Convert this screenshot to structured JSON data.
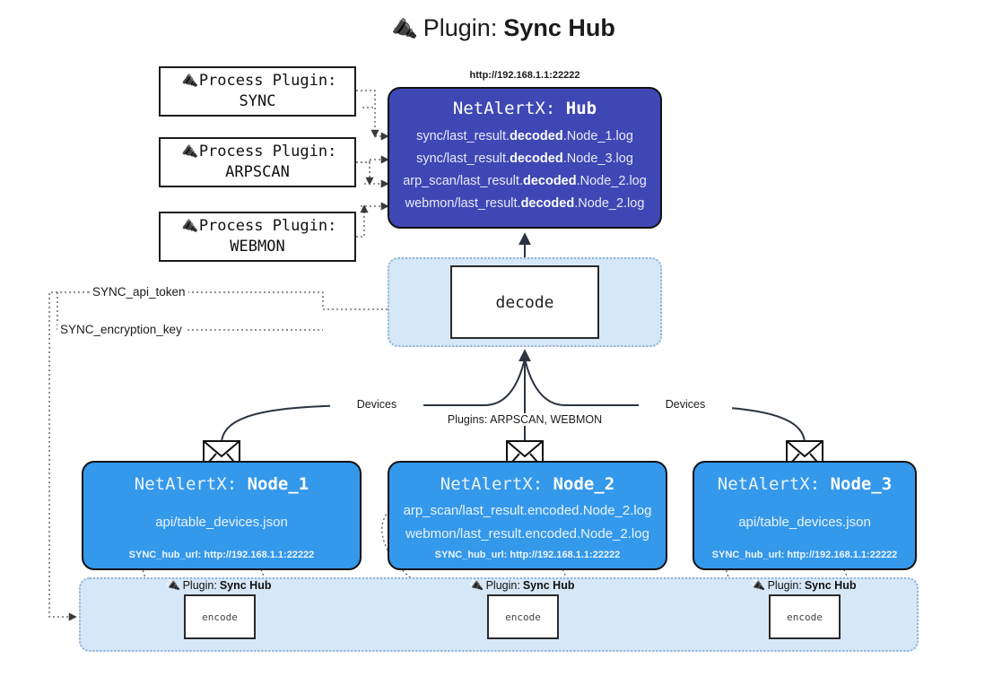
{
  "title": {
    "icon": "plug-icon",
    "prefix": "Plugin:",
    "name": "Sync Hub"
  },
  "process_plugins": {
    "prefix": "Process Plugin:",
    "icon": "plug-icon",
    "items": [
      {
        "name": "SYNC"
      },
      {
        "name": "ARPSCAN"
      },
      {
        "name": "WEBMON"
      }
    ]
  },
  "hub": {
    "url": "http://192.168.1.1:22222",
    "title_prefix": "NetAlertX:",
    "title_name": "Hub",
    "lines": [
      {
        "pre": "sync/last_result.",
        "mid": "decoded",
        "post": ".Node_1.log"
      },
      {
        "pre": "sync/last_result.",
        "mid": "decoded",
        "post": ".Node_3.log"
      },
      {
        "pre": "arp_scan/last_result.",
        "mid": "decoded",
        "post": ".Node_2.log"
      },
      {
        "pre": "webmon/last_result.",
        "mid": "decoded",
        "post": ".Node_2.log"
      }
    ]
  },
  "decode": {
    "label": "decode"
  },
  "tokens": [
    {
      "label": "SYNC_api_token"
    },
    {
      "label": "SYNC_encryption_key"
    }
  ],
  "edge_labels": {
    "left_devices": "Devices",
    "center_plugins": "Plugins: ARPSCAN, WEBMON",
    "right_devices": "Devices"
  },
  "nodes": [
    {
      "title_prefix": "NetAlertX:",
      "title_name": "Node_1",
      "lines": [
        "api/table_devices.json"
      ],
      "footer": "SYNC_hub_url: http://192.168.1.1:22222"
    },
    {
      "title_prefix": "NetAlertX:",
      "title_name": "Node_2",
      "lines": [
        "arp_scan/last_result.encoded.Node_2.log",
        "webmon/last_result.encoded.Node_2.log"
      ],
      "footer": "SYNC_hub_url: http://192.168.1.1:22222"
    },
    {
      "title_prefix": "NetAlertX:",
      "title_name": "Node_3",
      "lines": [
        "api/table_devices.json"
      ],
      "footer": "SYNC_hub_url: http://192.168.1.1:22222"
    }
  ],
  "encoders": [
    {
      "plugin_prefix": "Plugin:",
      "plugin_name": "Sync Hub",
      "box_label": "encode"
    },
    {
      "plugin_prefix": "Plugin:",
      "plugin_name": "Sync Hub",
      "box_label": "encode"
    },
    {
      "plugin_prefix": "Plugin:",
      "plugin_name": "Sync Hub",
      "box_label": "encode"
    }
  ],
  "colors": {
    "hub": "#3f47b5",
    "node": "#3498eb",
    "container": "#d6e7f8",
    "container_border": "#8fb4d6",
    "stroke": "#2b3440"
  }
}
